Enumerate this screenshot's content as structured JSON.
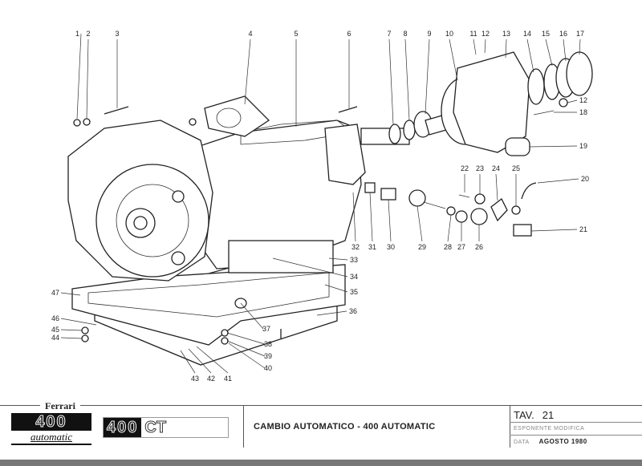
{
  "callouts": [
    "1",
    "2",
    "3",
    "4",
    "5",
    "6",
    "7",
    "8",
    "9",
    "10",
    "11",
    "12",
    "13",
    "14",
    "15",
    "16",
    "17",
    "12",
    "18",
    "19",
    "20",
    "21",
    "22",
    "23",
    "24",
    "25",
    "26",
    "27",
    "28",
    "29",
    "30",
    "31",
    "32",
    "33",
    "34",
    "35",
    "36",
    "37",
    "38",
    "39",
    "40",
    "41",
    "42",
    "43",
    "44",
    "45",
    "46",
    "47"
  ],
  "title_block": {
    "brand": "Ferrari",
    "logo1_number": "400",
    "logo1_word": "automatic",
    "logo2_number": "400",
    "logo2_suffix": "CT",
    "description": "CAMBIO AUTOMATICO - 400 AUTOMATIC",
    "tav_label": "TAV.",
    "tav_number": "21",
    "esponente_label": "ESPONENTE MODIFICA",
    "data_label": "DATA",
    "data_value": "AGOSTO 1980"
  }
}
